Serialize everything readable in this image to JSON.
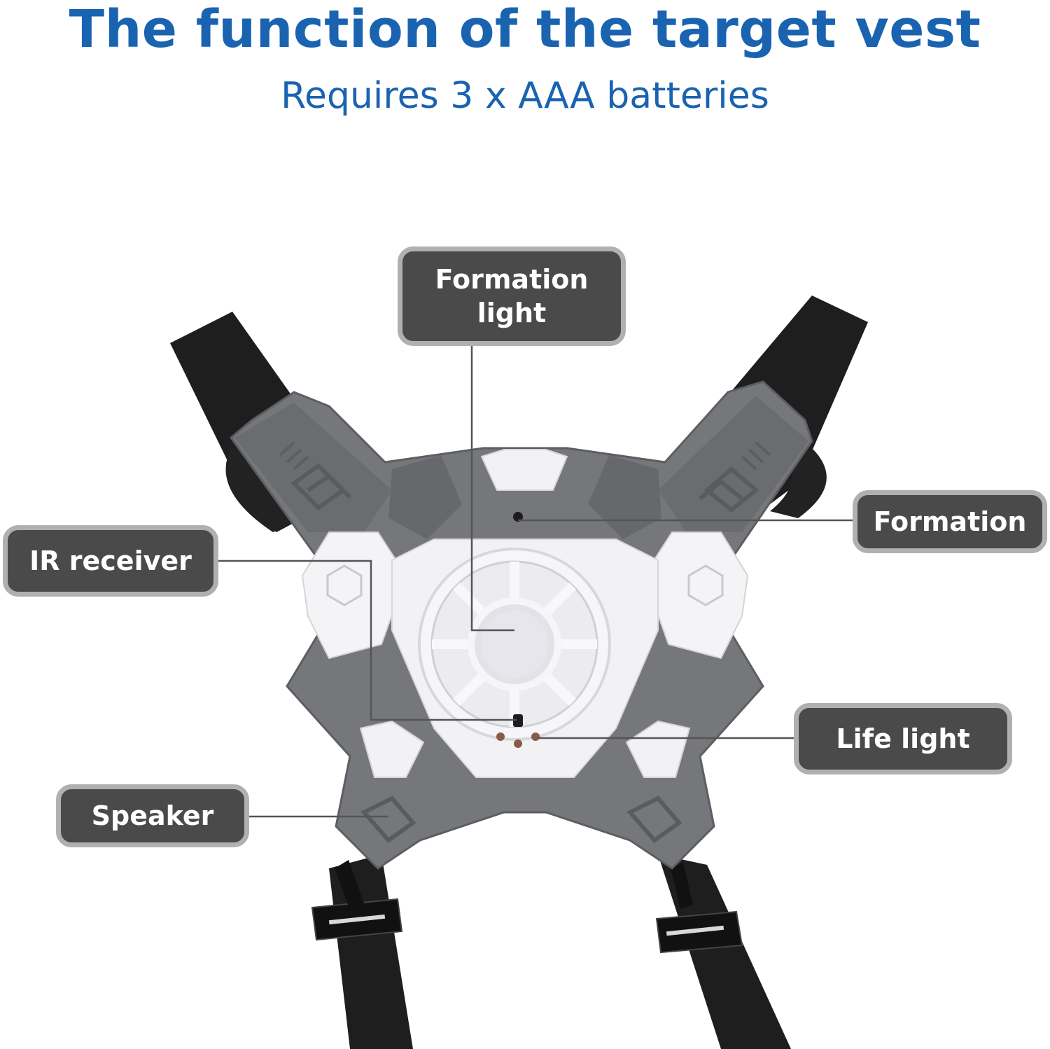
{
  "header": {
    "title": "The function of the target vest",
    "subtitle": "Requires 3 x AAA batteries"
  },
  "callouts": {
    "formation_light": "Formation light",
    "formation": "Formation",
    "ir_receiver": "IR receiver",
    "life_light": "Life light",
    "speaker": "Speaker"
  },
  "colors": {
    "heading": "#1a63b0",
    "callout_fill": "#4a4a4a",
    "callout_border": "#b0b0b0",
    "vest_body": "#7a7b7d",
    "vest_light": "#f4f4f6",
    "strap": "#1c1c1c"
  }
}
